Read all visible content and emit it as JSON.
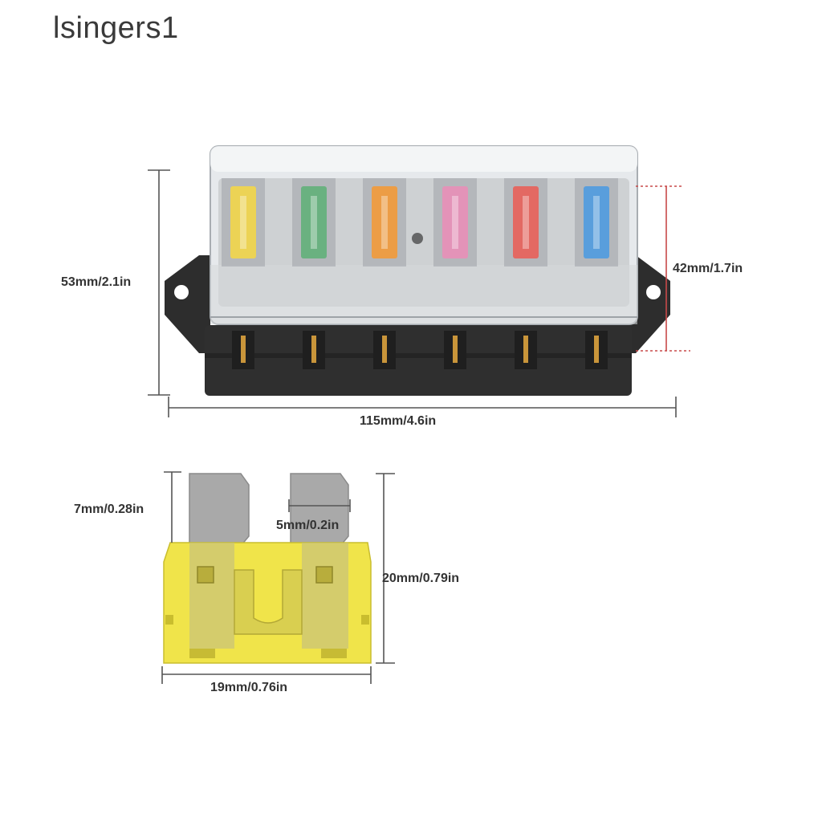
{
  "watermark": "lsingers1",
  "fuse_box": {
    "height_label": "53mm/2.1in",
    "fuse_height_label": "42mm/1.7in",
    "width_label": "115mm/4.6in",
    "fuse_colors": [
      "#f2d64a",
      "#62b07a",
      "#f29a3a",
      "#e88fb8",
      "#e8605a",
      "#4f9be0"
    ]
  },
  "blade_fuse": {
    "blade_length_label": "7mm/0.28in",
    "blade_width_label": "5mm/0.2in",
    "height_label": "20mm/0.79in",
    "width_label": "19mm/0.76in",
    "body_color": "#f0e44a"
  }
}
